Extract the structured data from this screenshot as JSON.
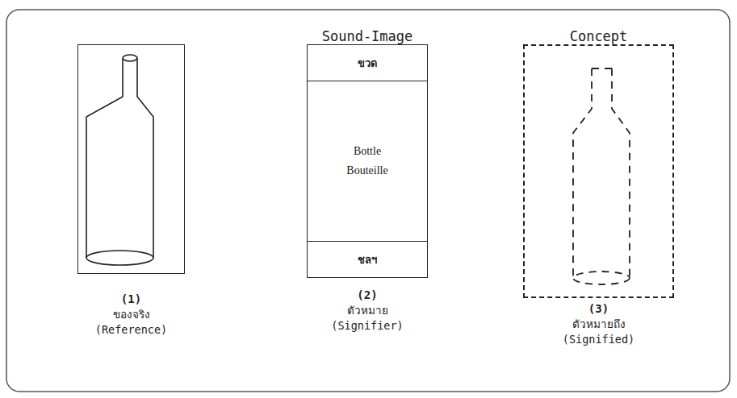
{
  "diagram": {
    "nodes": [
      {
        "text": [
          "(1)",
          "ของจริง",
          "(Reference)"
        ]
      },
      {
        "text": [
          "Sound-Image",
          "Bottle Bouteille",
          "(2)",
          "ตัวหมาย",
          "(Signifier)"
        ]
      },
      {
        "text": [
          "ขวด"
        ],
        "in": 1
      },
      {
        "text": [
          "ชลฯ"
        ],
        "in": 1
      },
      {
        "text": [
          "Concept",
          "(3)",
          "ตัวหมายถึง",
          "(Signified)"
        ]
      }
    ]
  }
}
